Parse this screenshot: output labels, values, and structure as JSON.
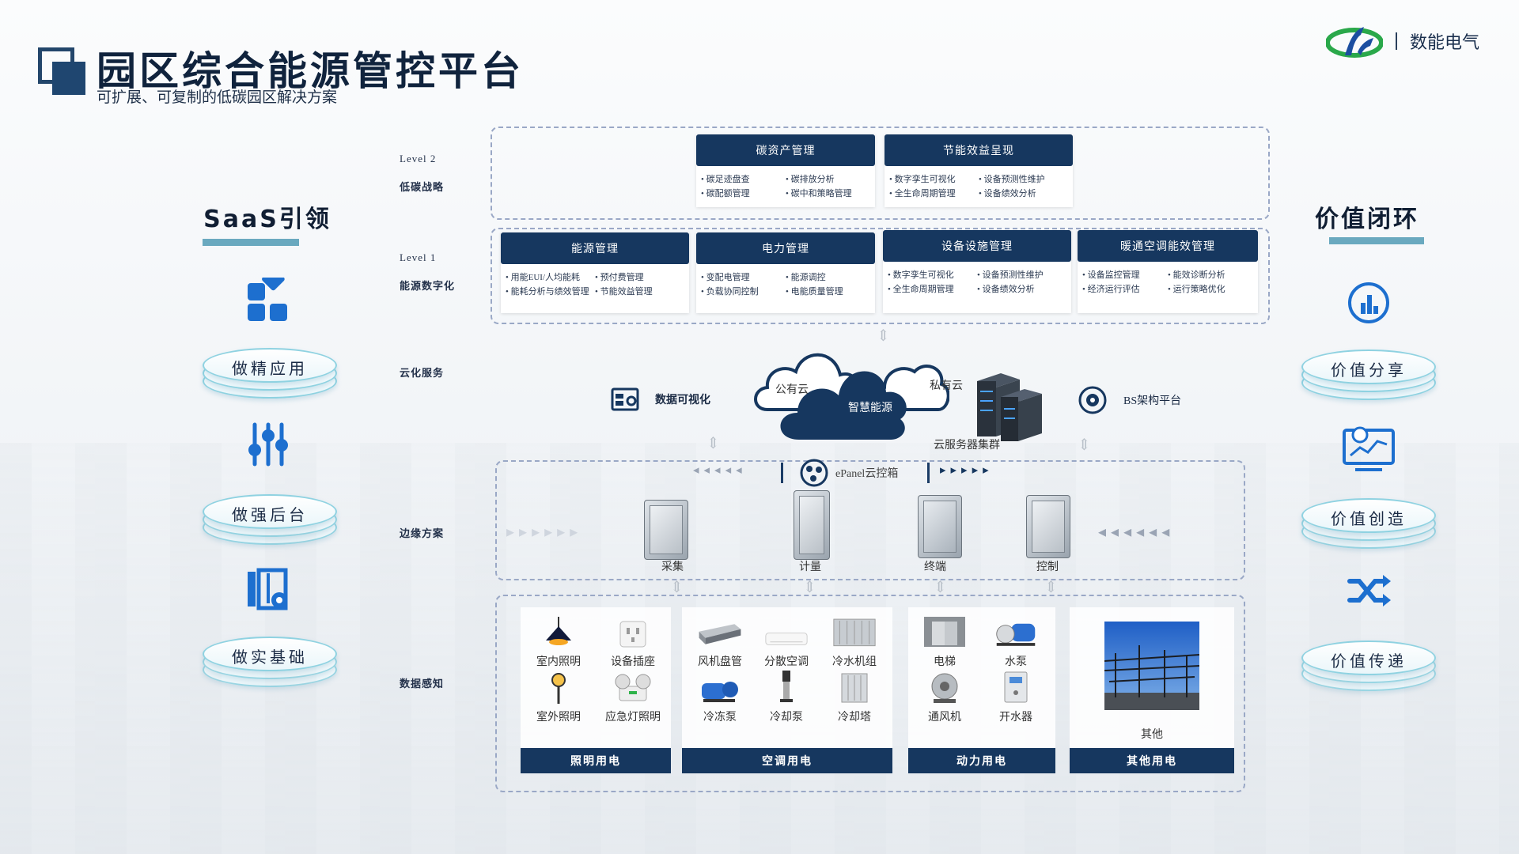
{
  "header": {
    "title": "园区综合能源管控平台",
    "subtitle": "可扩展、可复制的低碳园区解决方案",
    "brand_name": "数能电气"
  },
  "left": {
    "title": "SaaS引领",
    "items": [
      {
        "icon": "apps-grid-icon",
        "label": "做精应用"
      },
      {
        "icon": "sliders-icon",
        "label": "做强后台"
      },
      {
        "icon": "building-gear-icon",
        "label": "做实基础"
      }
    ]
  },
  "right": {
    "title": "价值闭环",
    "items": [
      {
        "icon": "bar-chart-icon",
        "label": "价值分享"
      },
      {
        "icon": "monitor-chart-icon",
        "label": "价值创造"
      },
      {
        "icon": "shuffle-icon",
        "label": "价值传递"
      }
    ]
  },
  "levels": {
    "l2_code": "Level 2",
    "l2_name": "低碳战略",
    "l1_code": "Level 1",
    "l1_name": "能源数字化",
    "cloud": "云化服务",
    "edge": "边缘方案",
    "sense": "数据感知"
  },
  "level2": [
    {
      "title": "碳资产管理",
      "items": [
        "碳足迹盘查",
        "碳排放分析",
        "碳配额管理",
        "碳中和策略管理"
      ]
    },
    {
      "title": "节能效益呈现",
      "items": [
        "数字孪生可视化",
        "设备预测性维护",
        "全生命周期管理",
        "设备绩效分析"
      ]
    }
  ],
  "level1": [
    {
      "title": "能源管理",
      "items": [
        "用能EUI/人均能耗",
        "预付费管理",
        "能耗分析与绩效管理",
        "节能效益管理"
      ]
    },
    {
      "title": "电力管理",
      "items": [
        "变配电管理",
        "能源调控",
        "负载协同控制",
        "电能质量管理"
      ]
    },
    {
      "title": "设备设施管理",
      "items": [
        "数字孪生可视化",
        "设备预测性维护",
        "全生命周期管理",
        "设备绩效分析"
      ]
    },
    {
      "title": "暖通空调能效管理",
      "items": [
        "设备监控管理",
        "能效诊断分析",
        "经济运行评估",
        "运行策略优化"
      ]
    }
  ],
  "cloud": {
    "visual": "数据可视化",
    "public": "公有云",
    "smart": "智慧能源",
    "private": "私有云",
    "servers": "云服务器集群",
    "bs": "BS架构平台"
  },
  "edge": {
    "epanel": "ePanel云控箱",
    "devices": [
      "采集",
      "计量",
      "终端",
      "控制"
    ]
  },
  "groups": [
    {
      "foot": "照明用电",
      "devices": [
        "室内照明",
        "设备插座",
        "室外照明",
        "应急灯照明"
      ]
    },
    {
      "foot": "空调用电",
      "devices": [
        "风机盘管",
        "分散空调",
        "冷水机组",
        "冷冻泵",
        "冷却泵",
        "冷却塔"
      ]
    },
    {
      "foot": "动力用电",
      "devices": [
        "电梯",
        "水泵",
        "通风机",
        "开水器"
      ]
    },
    {
      "foot": "其他用电",
      "devices": [
        "其他"
      ]
    }
  ],
  "colors": {
    "navy": "#16375f",
    "accent": "#6aa9bf",
    "frame": "#9aa8c6"
  }
}
